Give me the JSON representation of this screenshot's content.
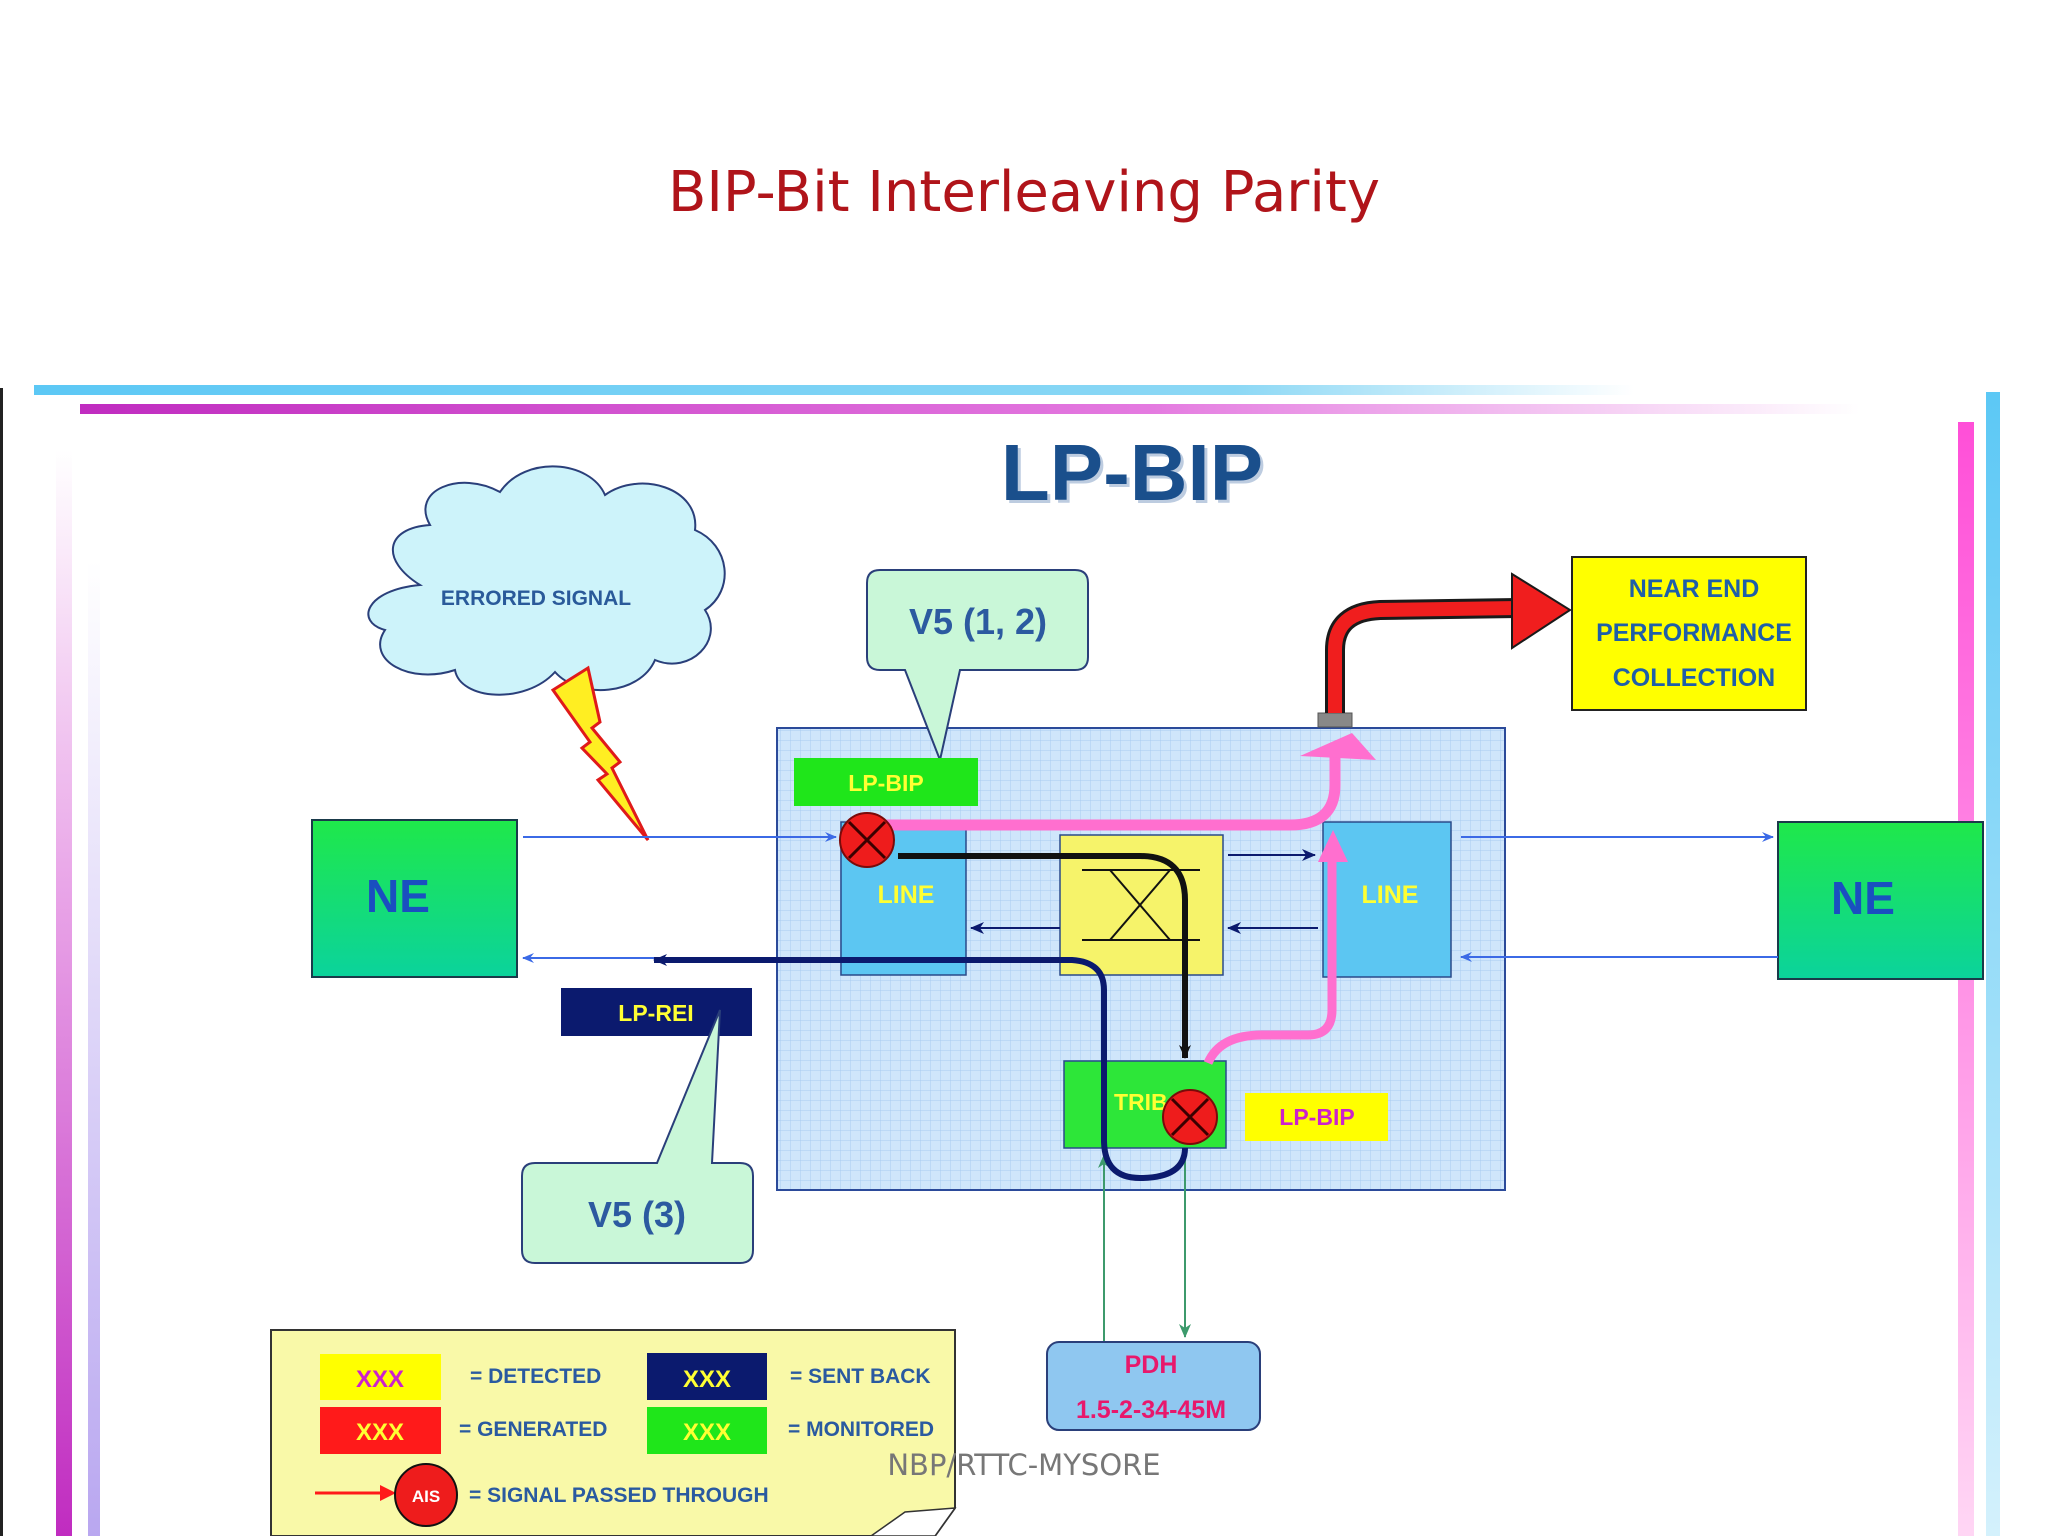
{
  "slide": {
    "title": "BIP-Bit Interleaving Parity",
    "footer": "NBP/RTTC-MYSORE"
  },
  "diagram": {
    "title": "LP-BIP",
    "cloud_label": "ERRORED SIGNAL",
    "callout_top": "V5 (1, 2)",
    "callout_bottom": "V5 (3)",
    "near_end_lines": [
      "NEAR END",
      "PERFORMANCE",
      "COLLECTION"
    ],
    "ne_left": "NE",
    "ne_right": "NE",
    "line_left": "LINE",
    "line_right": "LINE",
    "lp_bip_top": "LP-BIP",
    "lp_bip_right": "LP-BIP",
    "lp_rei": "LP-REI",
    "trib": "TRIB",
    "pdh_lines": [
      "PDH",
      "1.5-2-34-45M"
    ]
  },
  "legend": {
    "swatch_text": "XXX",
    "detected": "= DETECTED",
    "generated": "= GENERATED",
    "sent_back": "= SENT BACK",
    "monitored": "= MONITORED",
    "ais": "AIS",
    "signal_passed": "= SIGNAL PASSED THROUGH"
  },
  "colors": {
    "title_red": "#b0141a",
    "diagram_title": "#1a4f8c",
    "ne_green": "#1fd860",
    "line_blue": "#5cc6f2",
    "lp_bip_green": "#1fe61a",
    "lp_rei_navy": "#0b1a6e",
    "switch_yellow": "#f6f36a",
    "detected_yellow": "#ffff00",
    "generated_red": "#ff1a1a",
    "pink_path": "#ff6fcf",
    "navy_path": "#0b1a6e",
    "callout_fill": "#c9f7d8",
    "pdh_fill": "#8fc7f0"
  }
}
